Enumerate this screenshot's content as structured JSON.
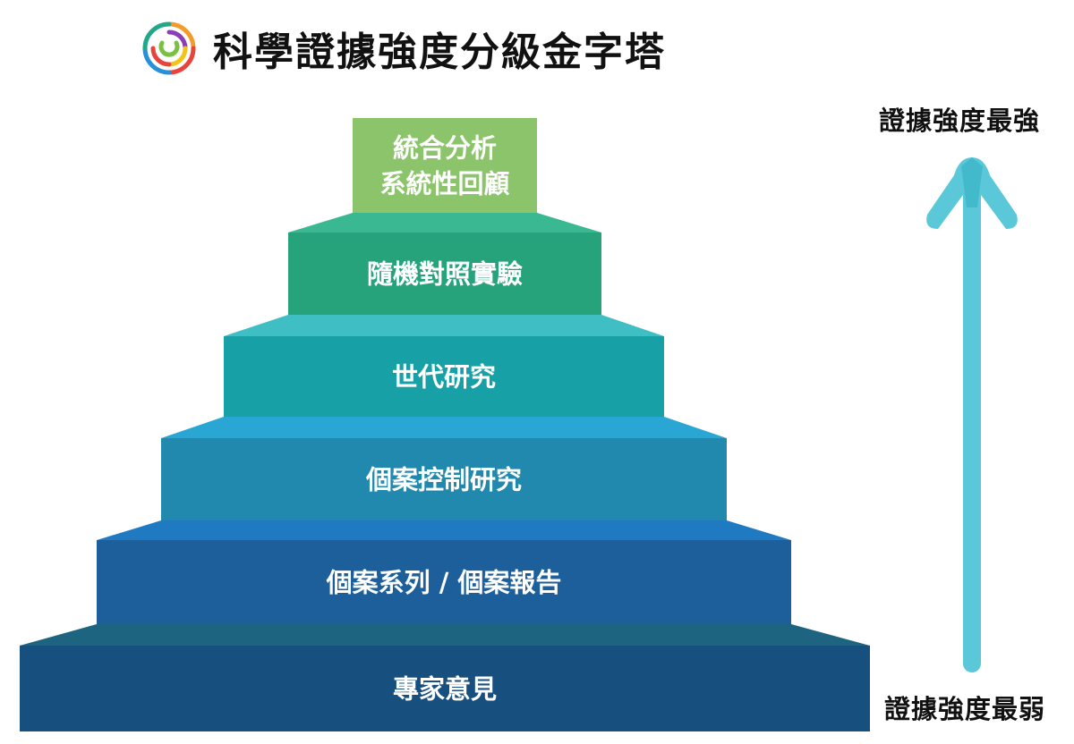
{
  "header": {
    "title": "科學證據強度分級金字塔",
    "logo_icon": "concentric-rings-logo-icon"
  },
  "tiers": [
    {
      "lines": [
        "統合分析",
        "系統性回顧"
      ],
      "color": "#8cc46c",
      "ledge": "#8cc46c"
    },
    {
      "lines": [
        "隨機對照實驗"
      ],
      "color": "#27a37c",
      "ledge": "#39b891"
    },
    {
      "lines": [
        "世代研究"
      ],
      "color": "#17a1a6",
      "ledge": "#3fbfc4"
    },
    {
      "lines": [
        "個案控制研究"
      ],
      "color": "#2189ad",
      "ledge": "#2aa6d4"
    },
    {
      "lines": [
        "個案系列 / 個案報告"
      ],
      "color": "#1d5f9a",
      "ledge": "#1f7ac2"
    },
    {
      "lines": [
        "專家意見"
      ],
      "color": "#174f7f",
      "ledge": "#1c6480"
    }
  ],
  "axis": {
    "strongest_label": "證據強度最強",
    "weakest_label": "證據強度最弱",
    "arrow_color": "#5ac8d8",
    "arrow_icon": "up-arrow-icon"
  }
}
